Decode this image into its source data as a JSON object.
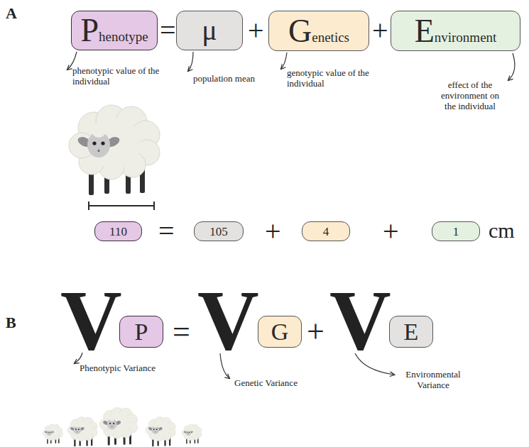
{
  "diagram": {
    "nodes": [
      {
        "text": [
          "Phenotype"
        ]
      },
      {
        "text": [
          "μ"
        ]
      },
      {
        "text": [
          "Genetics"
        ]
      },
      {
        "text": [
          "Environment"
        ]
      },
      {
        "text": [
          "110"
        ]
      },
      {
        "text": [
          "105"
        ]
      },
      {
        "text": [
          "4"
        ]
      },
      {
        "text": [
          "1"
        ]
      },
      {
        "text": [
          "P"
        ]
      },
      {
        "text": [
          "G"
        ]
      },
      {
        "text": [
          "E"
        ]
      }
    ],
    "labels": [
      "A",
      "=",
      "+",
      "+",
      "phenotypic value of the individual",
      "population mean",
      "genotypic value of the individual",
      "effect of the environment on the individual",
      "=",
      "+",
      "+",
      "cm",
      "B",
      "V",
      "=",
      "V",
      "+",
      "V",
      "Phenotypic Variance",
      "Genetic Variance",
      "Environmental Variance"
    ]
  }
}
